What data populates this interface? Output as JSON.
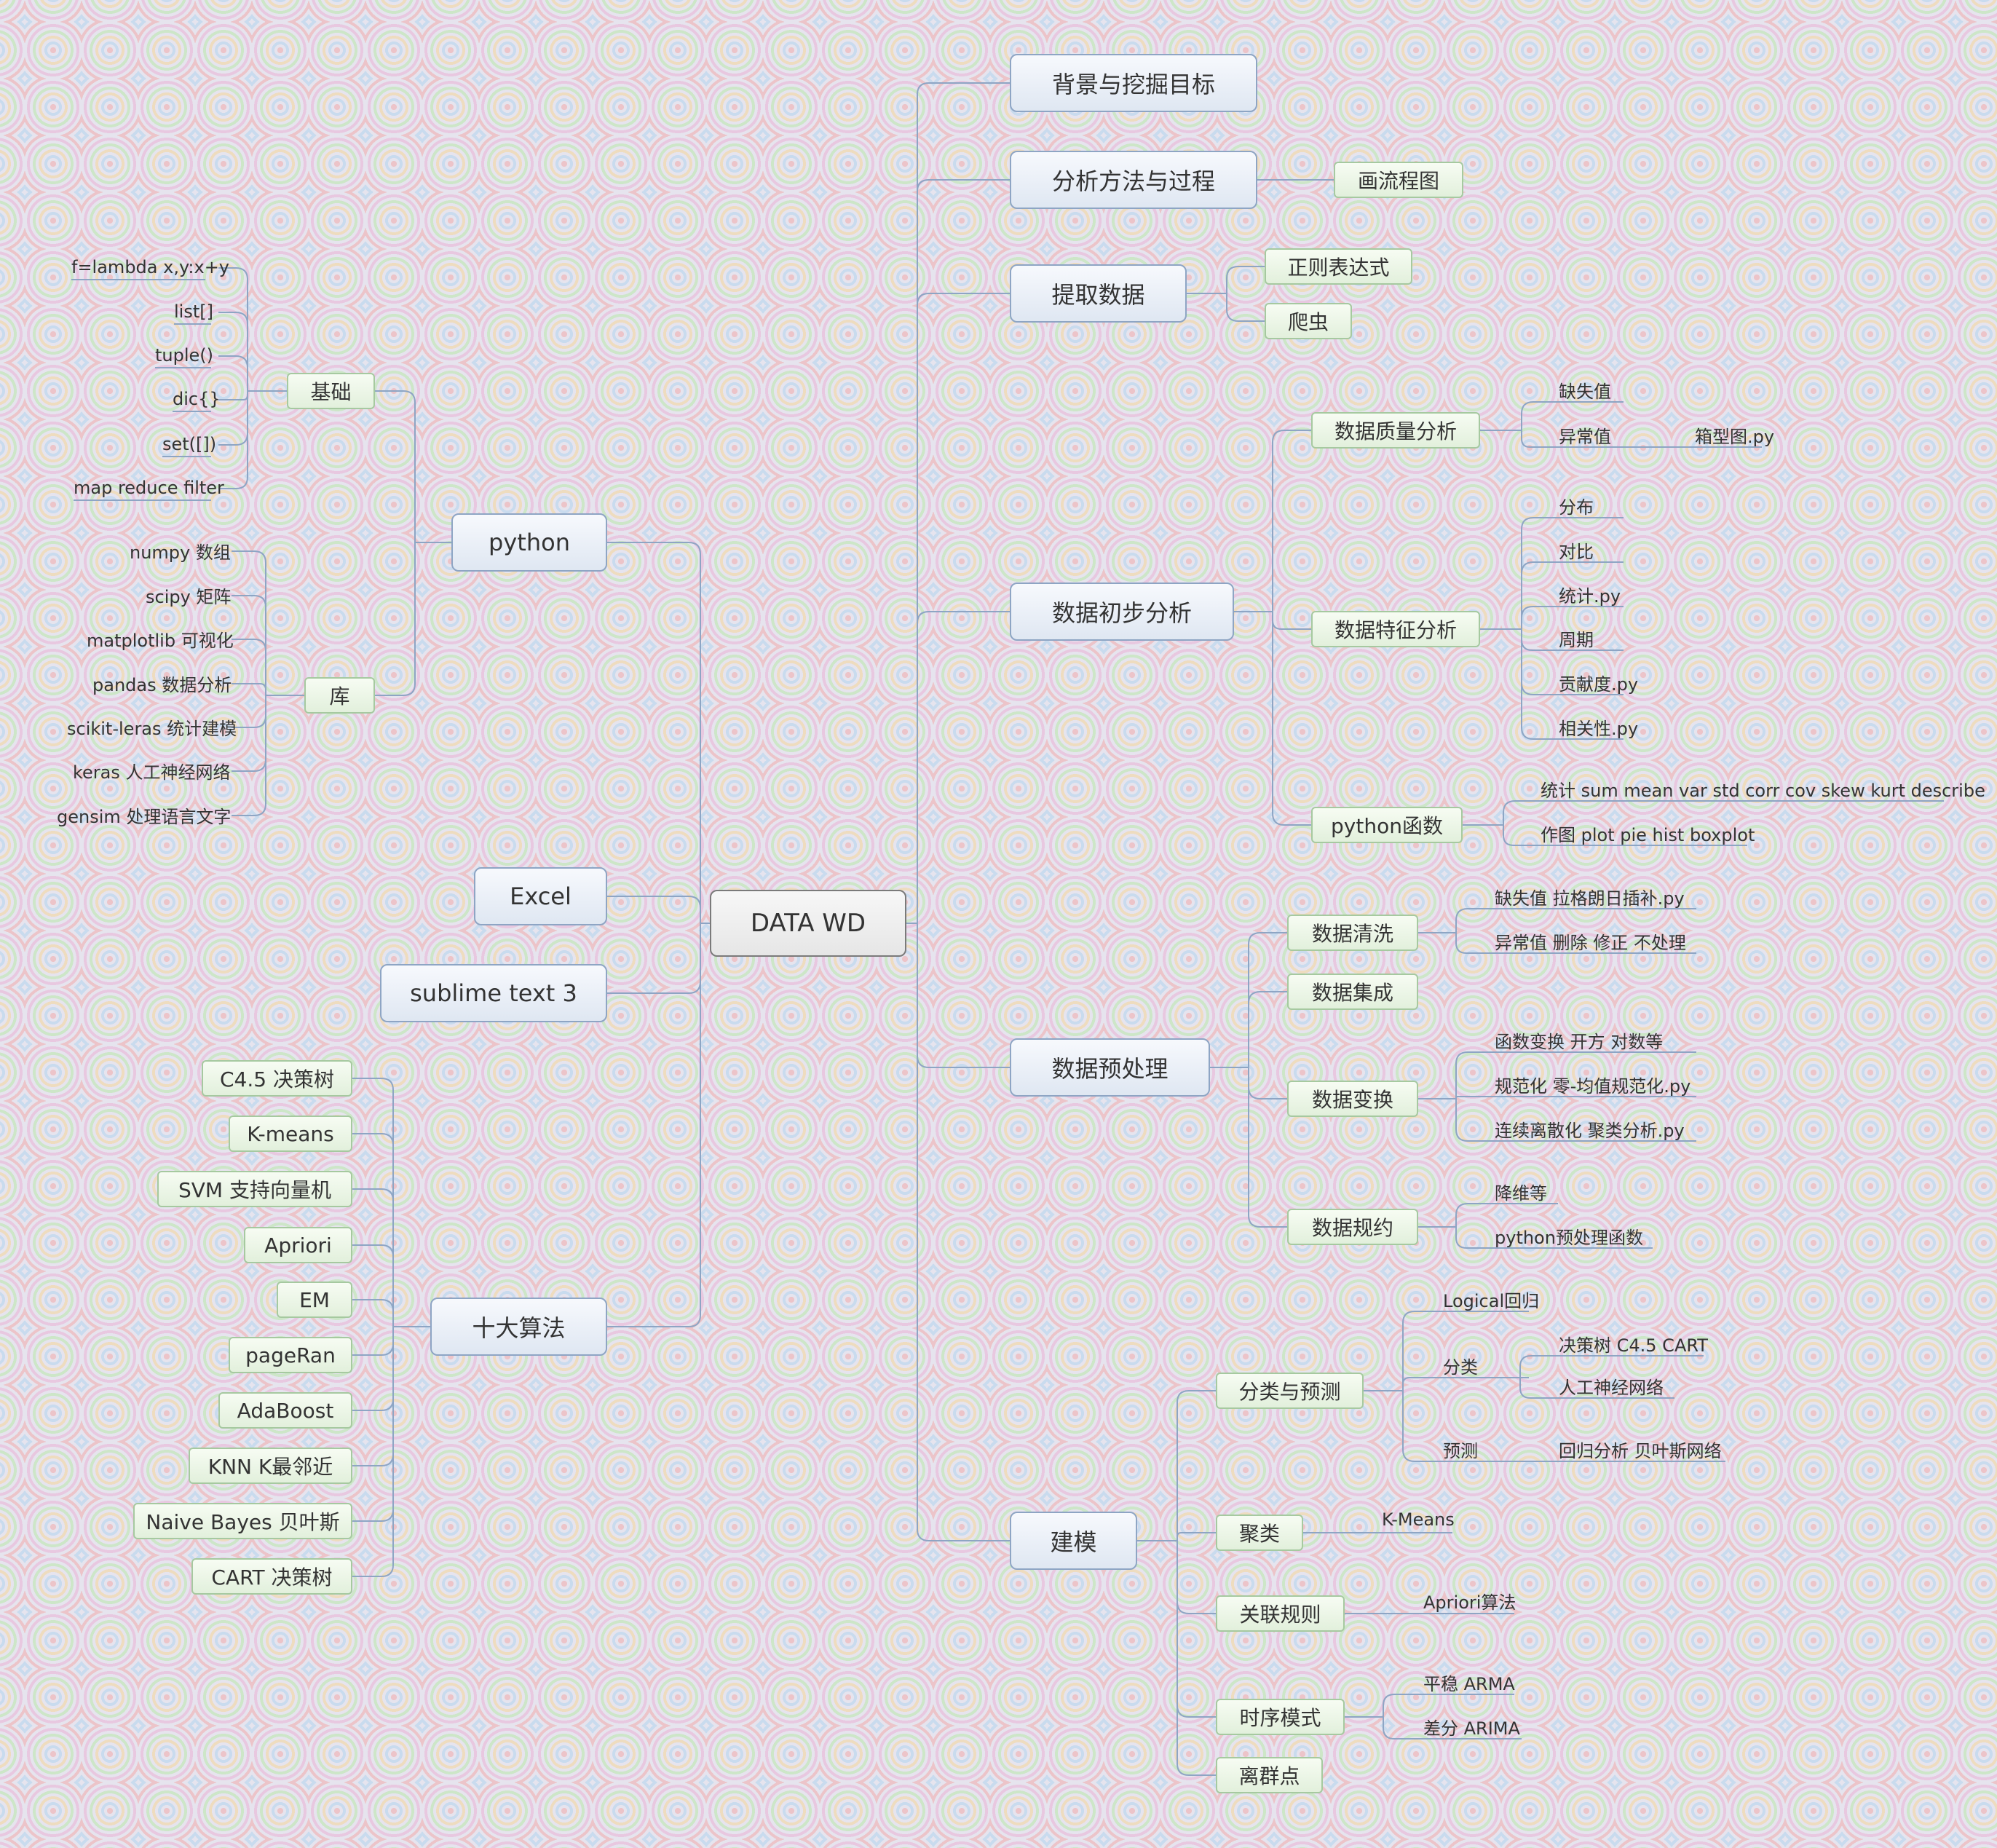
{
  "root": {
    "label": "DATA WD"
  },
  "left": {
    "python": {
      "label": "python",
      "basics": {
        "label": "基础",
        "items": [
          "f=lambda x,y:x+y",
          "list[]",
          "tuple()",
          "dic{}",
          "set([])",
          "map reduce filter"
        ]
      },
      "libs": {
        "label": "库",
        "items": [
          "numpy 数组",
          "scipy 矩阵",
          "matplotlib 可视化",
          "pandas 数据分析",
          "scikit-leras 统计建模",
          "keras 人工神经网络",
          "gensim 处理语言文字"
        ]
      }
    },
    "excel": {
      "label": "Excel"
    },
    "sublime": {
      "label": "sublime text 3"
    },
    "algorithms": {
      "label": "十大算法",
      "items": [
        "C4.5 决策树",
        "K-means",
        "SVM 支持向量机",
        "Apriori",
        "EM",
        "pageRan",
        "AdaBoost",
        "KNN K最邻近",
        "Naive Bayes 贝叶斯",
        "CART 决策树"
      ]
    }
  },
  "right": {
    "background": {
      "label": "背景与挖掘目标"
    },
    "method": {
      "label": "分析方法与过程",
      "child": "画流程图"
    },
    "extract": {
      "label": "提取数据",
      "children": [
        "正则表达式",
        "爬虫"
      ]
    },
    "explore": {
      "label": "数据初步分析",
      "quality": {
        "label": "数据质量分析",
        "missing": "缺失值",
        "outlier": "异常值",
        "boxplot": "箱型图.py"
      },
      "feature": {
        "label": "数据特征分析",
        "items": [
          "分布",
          "对比",
          "统计.py",
          "周期",
          "贡献度.py",
          "相关性.py"
        ]
      },
      "funcs": {
        "label": "python函数",
        "items": [
          "统计 sum mean var std corr cov skew kurt describe",
          "作图 plot pie hist boxplot"
        ]
      }
    },
    "preprocess": {
      "label": "数据预处理",
      "clean": {
        "label": "数据清洗",
        "items": [
          "缺失值 拉格朗日插补.py",
          "异常值 删除 修正 不处理"
        ]
      },
      "integrate": {
        "label": "数据集成"
      },
      "transform": {
        "label": "数据变换",
        "items": [
          "函数变换 开方 对数等",
          "规范化 零-均值规范化.py",
          "连续离散化 聚类分析.py"
        ]
      },
      "reduce": {
        "label": "数据规约",
        "items": [
          "降维等",
          "python预处理函数"
        ]
      }
    },
    "modeling": {
      "label": "建模",
      "classify": {
        "label": "分类与预测",
        "logical": "Logical回归",
        "classification": {
          "label": "分类",
          "items": [
            "决策树 C4.5 CART",
            "人工神经网络"
          ]
        },
        "prediction": {
          "label": "预测",
          "item": "回归分析 贝叶斯网络"
        }
      },
      "cluster": {
        "label": "聚类",
        "item": "K-Means"
      },
      "assoc": {
        "label": "关联规则",
        "item": "Apriori算法"
      },
      "timeseries": {
        "label": "时序模式",
        "items": [
          "平稳 ARMA",
          "差分 ARIMA"
        ]
      },
      "outliers": {
        "label": "离群点"
      }
    }
  },
  "colors": {
    "background": "#e6e4ee",
    "root_border": "#7a7a7a",
    "main_border": "#8ea5c4",
    "sub_border": "#a6c9a0",
    "line": "#8ea5c4"
  }
}
